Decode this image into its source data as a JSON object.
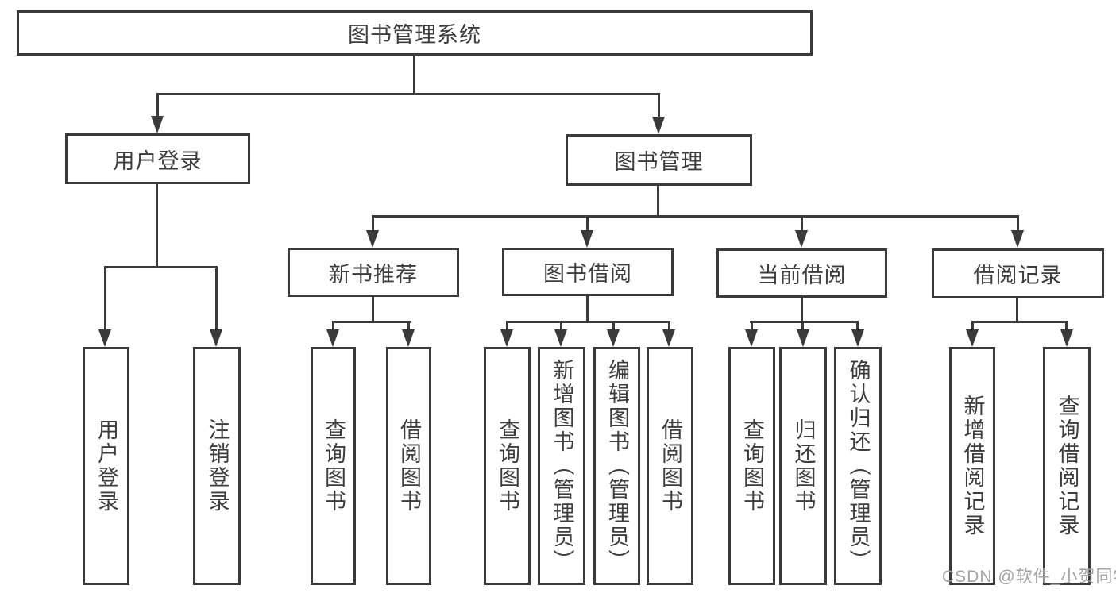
{
  "diagram": {
    "title_box": "图书管理系统",
    "level2": {
      "login": "用户登录",
      "manage": "图书管理"
    },
    "level3": {
      "newbook": "新书推荐",
      "borrow": "图书借阅",
      "current": "当前借阅",
      "records": "借阅记录"
    },
    "leaves": {
      "login": [
        "用户登录",
        "注销登录"
      ],
      "newbook": [
        "查询图书",
        "借阅图书"
      ],
      "borrow": [
        "查询图书",
        "新增图书（管理员）",
        "编辑图书（管理员）",
        "借阅图书"
      ],
      "current": [
        "查询图书",
        "归还图书",
        "确认归还（管理员）"
      ],
      "records": [
        "新增借阅记录",
        "查询借阅记录"
      ]
    },
    "watermark": "CSDN @软件_小贺同学",
    "colors": {
      "line": "#3a3a3a",
      "box_border": "#3a3a3a",
      "text": "#3d3d3d",
      "watermark": "#a3a3a3",
      "background": "#ffffff"
    }
  }
}
